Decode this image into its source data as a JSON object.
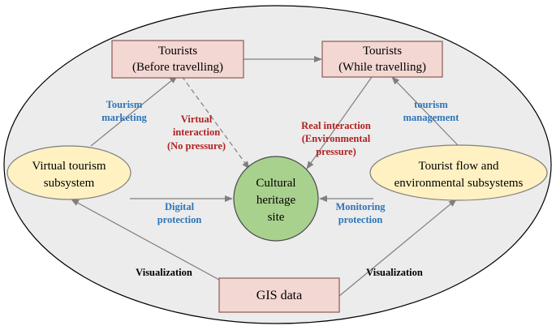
{
  "colors": {
    "outer_fill": "#ececec",
    "outer_stroke": "#000000",
    "box_fill": "#f3d7d3",
    "box_stroke": "#8c5a52",
    "subsystem_fill": "#fff1c2",
    "subsystem_stroke": "#7f7f7f",
    "heritage_fill": "#a9d18e",
    "heritage_stroke": "#4a4a4a",
    "arrow": "#7f7f7f",
    "label_blue": "#2e75b6",
    "label_red": "#b22222"
  },
  "nodes": {
    "tourists_before": {
      "line1": "Tourists",
      "line2": "(Before travelling)"
    },
    "tourists_while": {
      "line1": "Tourists",
      "line2": "(While travelling)"
    },
    "virtual_subsystem": {
      "line1": "Virtual tourism",
      "line2": "subsystem"
    },
    "flow_subsystem": {
      "line1": "Tourist flow and",
      "line2": "environmental subsystems"
    },
    "heritage": {
      "line1": "Cultural",
      "line2": "heritage",
      "line3": "site"
    },
    "gis": {
      "line1": "GIS data"
    }
  },
  "edge_labels": {
    "tourism_marketing": {
      "line1": "Tourism",
      "line2": "marketing"
    },
    "virtual_interaction": {
      "line1": "Virtual",
      "line2": "interaction",
      "line3": "(No pressure)"
    },
    "real_interaction": {
      "line1": "Real interaction",
      "line2": "(Environmental",
      "line3": "pressure)"
    },
    "tourism_management": {
      "line1": "tourism",
      "line2": "management"
    },
    "digital_protection": {
      "line1": "Digital",
      "line2": "protection"
    },
    "monitoring_protection": {
      "line1": "Monitoring",
      "line2": "protection"
    },
    "visualization_left": {
      "line1": "Visualization"
    },
    "visualization_right": {
      "line1": "Visualization"
    }
  }
}
